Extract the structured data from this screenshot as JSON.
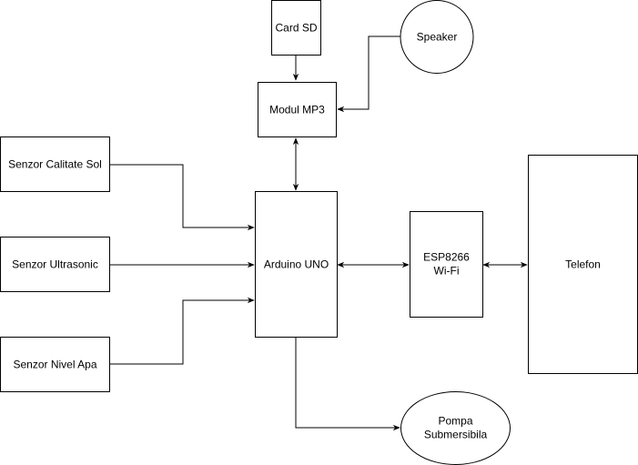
{
  "nodes": {
    "card_sd": {
      "label": "Card SD"
    },
    "speaker": {
      "label": "Speaker"
    },
    "modul_mp3": {
      "label": "Modul MP3"
    },
    "senzor_calitate_sol": {
      "label": "Senzor Calitate Sol"
    },
    "senzor_ultrasonic": {
      "label": "Senzor Ultrasonic"
    },
    "senzor_nivel_apa": {
      "label": "Senzor Nivel Apa"
    },
    "arduino_uno": {
      "label": "Arduino UNO"
    },
    "esp8266": {
      "label_line1": "ESP8266",
      "label_line2": "Wi-Fi"
    },
    "telefon": {
      "label": "Telefon"
    },
    "pompa": {
      "label_line1": "Pompa",
      "label_line2": "Submersibila"
    }
  },
  "edges": [
    {
      "from": "card_sd",
      "to": "modul_mp3",
      "direction": "forward"
    },
    {
      "from": "speaker",
      "to": "modul_mp3",
      "direction": "forward"
    },
    {
      "from": "modul_mp3",
      "to": "arduino_uno",
      "direction": "both"
    },
    {
      "from": "senzor_calitate_sol",
      "to": "arduino_uno",
      "direction": "forward"
    },
    {
      "from": "senzor_ultrasonic",
      "to": "arduino_uno",
      "direction": "forward"
    },
    {
      "from": "senzor_nivel_apa",
      "to": "arduino_uno",
      "direction": "forward"
    },
    {
      "from": "arduino_uno",
      "to": "esp8266",
      "direction": "both"
    },
    {
      "from": "esp8266",
      "to": "telefon",
      "direction": "both"
    },
    {
      "from": "arduino_uno",
      "to": "pompa",
      "direction": "forward"
    }
  ]
}
